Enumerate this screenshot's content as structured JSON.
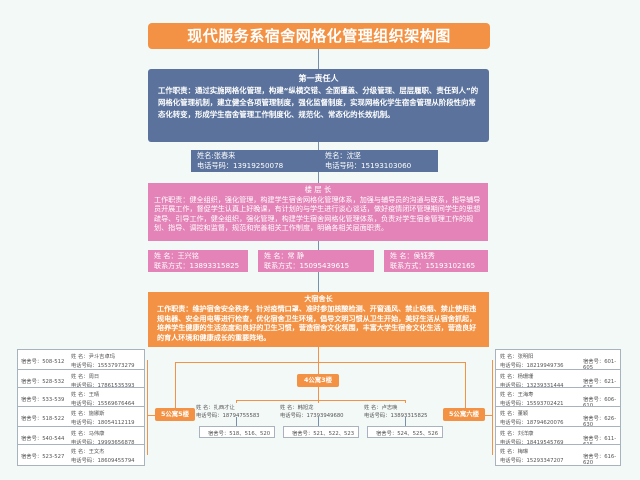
{
  "title": "现代服务系宿舍网格化管理组织架构图",
  "top": {
    "heading": "第一责任人",
    "duty": "工作职责：通过实施网格化管理，构建“纵横交错、全面覆盖、分级管理、层层履职、责任到人”的网格化管理机制，建立健全各项管理制度，强化监督制度，实现网格化学生宿舍管理从阶段性向常态化转变，形成学生宿舍管理工作制度化、规范化、常态化的长效机制。"
  },
  "leaders": [
    {
      "name": "姓名:张春来",
      "phone": "电话号码：13919250078"
    },
    {
      "name": "姓名：沈坚",
      "phone": "电话号码：15193103060"
    }
  ],
  "building": {
    "heading": "楼 层 长",
    "duty": "工作职责：健全组织，强化管理，构建学生宿舍网格化管理体系，加强与辅导员的沟通与联系，指导辅导员开展工作，督促学生认真上好晚课，有计划的与学生进行谈心谈话，做好疫情闭环管理期间学生的思想疏导、引导工作，健全组织，强化管理，构建学生宿舍网格化管理体系，负责对学生宿舍管理工作的规划、指导、调控和监督，规范和完善相关工作制度，明确各相关层面职责。",
    "members": [
      {
        "name": "姓   名：王兴铭",
        "phone": "联系方式：13893315825"
      },
      {
        "name": "姓   名：常 静",
        "phone": "联系方式：15095439615"
      },
      {
        "name": "姓   名：侯钰秀",
        "phone": "联系方式：15193102165"
      }
    ]
  },
  "dorm": {
    "heading": "大宿舍长",
    "duty": "工作职责：维护宿舍安全秩序，针对疫情口罩、准时参加核酸检测、开窗通风、禁止吸烟、禁止使用违规电器、安全用电等进行检查，优化宿舍卫生环境，倡导文明习惯从卫生开始，美好生活从宿舍抓起，培养学生健康的生活态度和良好的卫生习惯，营造宿舍文化氛围，丰富大学生宿舍文化生活，营造良好的育人环境和健康成长的重要阵地。"
  },
  "floors": {
    "left": "5公寓5楼",
    "mid": "4公寓3楼",
    "right": "5公寓六楼"
  },
  "leftLeaves": [
    {
      "dorm": "宿舍号：508-512",
      "name": "姓    名：尹斗吉卓玛",
      "phone": "电话号码：15537973279"
    },
    {
      "dorm": "宿舍号：528-532",
      "name": "姓    名：周日",
      "phone": "电话号码：17861535393"
    },
    {
      "dorm": "宿舍号：533-539",
      "name": "姓    名：王晴",
      "phone": "电话号码：15569676464"
    },
    {
      "dorm": "宿舍号：518-522",
      "name": "姓    名：施娜斯",
      "phone": "电话号码：18054112119"
    },
    {
      "dorm": "宿舍号：540-544",
      "name": "姓    名：马伟康",
      "phone": "电话号码：19993656878"
    },
    {
      "dorm": "宿舍号：523-527",
      "name": "姓    名：王文杰",
      "phone": "电话号码：18609455794"
    }
  ],
  "midLeaves": [
    {
      "name": "姓    名：扎西才让",
      "phone": "电话号码：18794755583",
      "dorm": "宿舍号：518、516、520"
    },
    {
      "name": "姓    名：韩旭龙",
      "phone": "电话号码：17393949680",
      "dorm": "宿舍号：521、522、523"
    },
    {
      "name": "姓    名：卢志唤",
      "phone": "电话号码：13893315825",
      "dorm": "宿舍号：524、525、526"
    }
  ],
  "rightLeaves": [
    {
      "name": "姓    名：张明阳",
      "phone": "电话号码：18219949736",
      "dorm": "宿舍号：601-605"
    },
    {
      "name": "姓    名：杨珊珊",
      "phone": "电话号码：13239331444",
      "dorm": "宿舍号：621-625"
    },
    {
      "name": "姓    名：王海寿",
      "phone": "电话号码：15593702421",
      "dorm": "宿舍号：606-610"
    },
    {
      "name": "姓    名：董颖",
      "phone": "电话号码：18794620076",
      "dorm": "宿舍号：626-630"
    },
    {
      "name": "姓    名：刘洋康",
      "phone": "电话号码：18419545769",
      "dorm": "宿舍号：611-615"
    },
    {
      "name": "姓    名：梅琳",
      "phone": "电话号码：15293347207",
      "dorm": "宿舍号：616-620"
    }
  ]
}
